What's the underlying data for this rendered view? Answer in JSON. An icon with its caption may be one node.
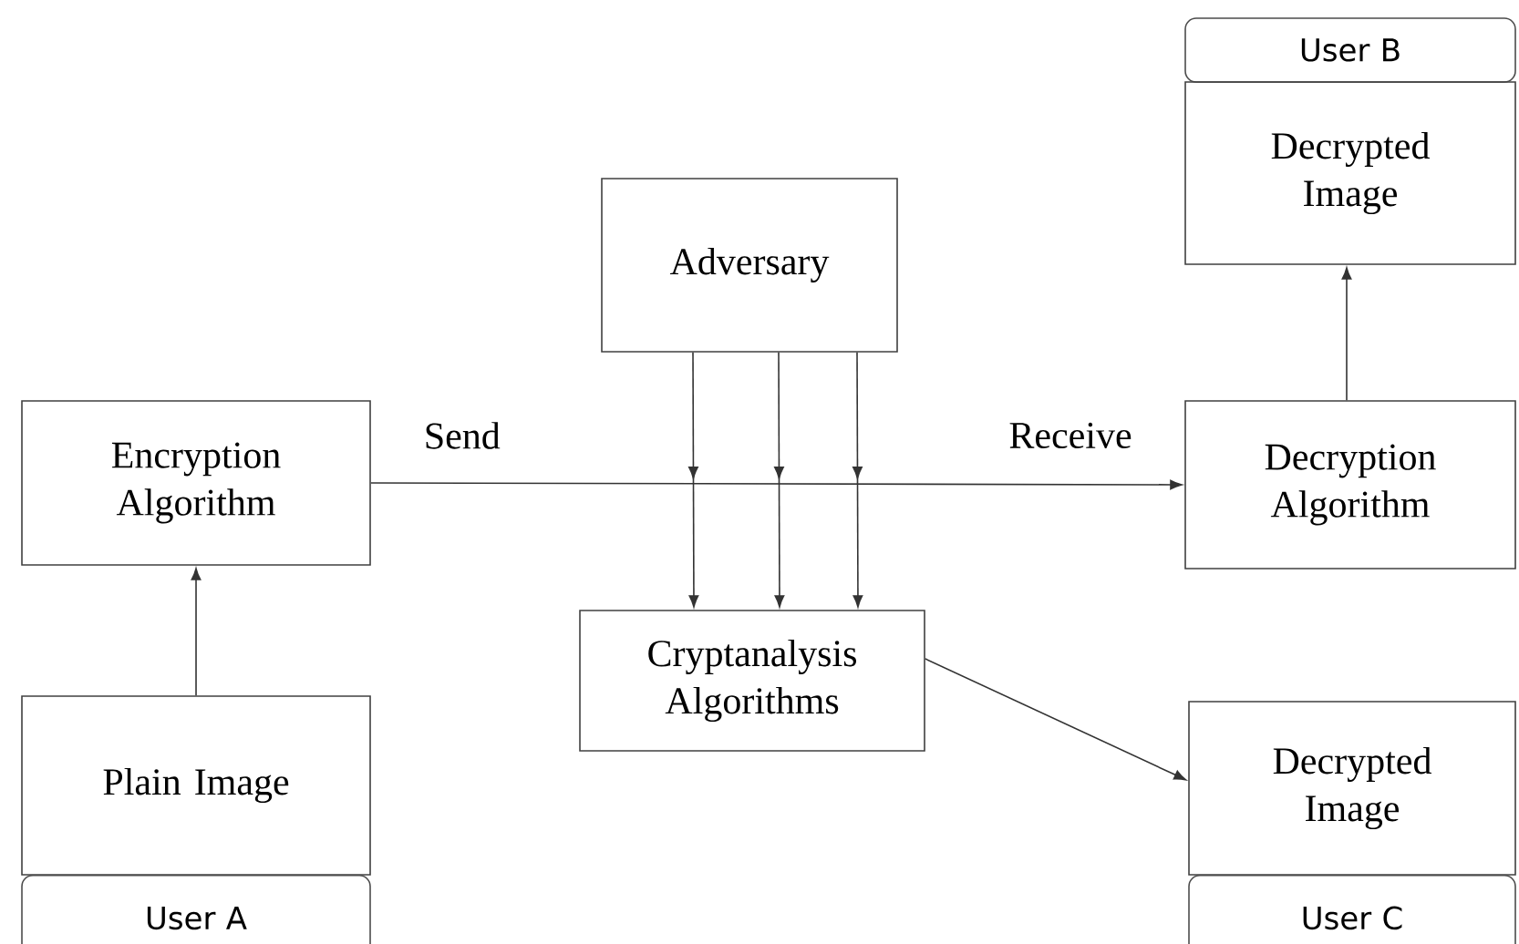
{
  "diagram": {
    "nodes": [
      {
        "text": [
          "User B"
        ]
      },
      {
        "text": [
          "Decrypted Image"
        ]
      },
      {
        "text": [
          "Adversary"
        ]
      },
      {
        "text": [
          "Encryption Algorithm"
        ]
      },
      {
        "text": [
          "Decryption Algorithm"
        ]
      },
      {
        "text": [
          "Cryptanalysis Algorithms"
        ]
      },
      {
        "text": [
          "Plain Image"
        ]
      },
      {
        "text": [
          "Decrypted Image"
        ]
      },
      {
        "text": [
          "User A"
        ]
      },
      {
        "text": [
          "User C"
        ]
      }
    ],
    "edges": [
      {
        "from": 6,
        "to": 3,
        "arrow": "to"
      },
      {
        "from": 3,
        "to": 4,
        "arrow": "to",
        "label": "Send"
      },
      {
        "from": 4,
        "to": 1,
        "arrow": "to"
      },
      {
        "from": 2,
        "to": 5,
        "arrow": "to"
      },
      {
        "from": 2,
        "to": 5,
        "arrow": "to"
      },
      {
        "from": 2,
        "to": 5,
        "arrow": "to"
      },
      {
        "from": 5,
        "to": 7,
        "arrow": "to"
      }
    ],
    "labels": [
      "Receive"
    ]
  }
}
